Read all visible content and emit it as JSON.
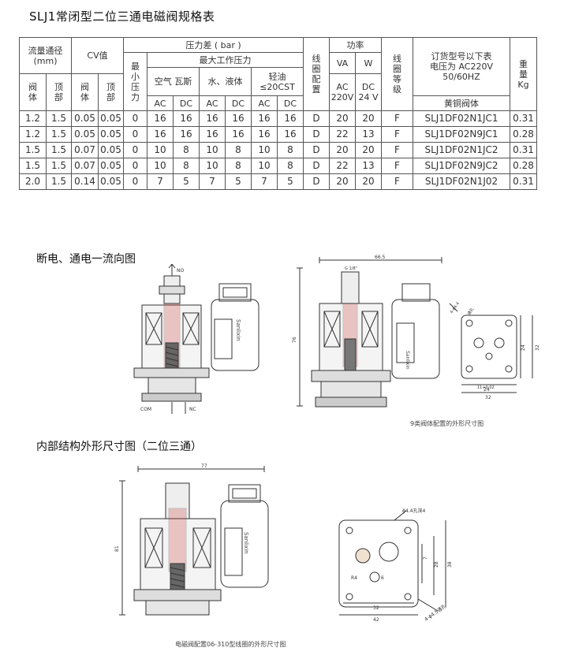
{
  "title": "SLJ1常闭型二位三通电磁阀规格表",
  "table": {
    "h_flow": "流量通径\n(mm)",
    "h_cv": "CV值",
    "h_minp": "最\n小\n压\n力",
    "h_pdiff": "压力差 ( bar )",
    "h_maxwp": "最大工作压力",
    "h_air": "空气 瓦斯",
    "h_water": "水、液体",
    "h_oil": "轻油\n≤20CST",
    "h_valve_body": "阀\n体",
    "h_valve_top": "顶\n部",
    "h_cv_body": "阀\n体",
    "h_cv_top": "顶\n部",
    "ac": "AC",
    "dc": "DC",
    "h_coil_config": "线\n圈\n配\n置",
    "h_power": "功率",
    "h_va": "VA",
    "h_w": "W",
    "h_ac220": "AC\n220V",
    "h_dc24": "DC\n24 V",
    "h_coil_grade": "线\n圈\n等\n级",
    "h_order": "订货型号以下表\n电压为  AC220V\n50/60HZ",
    "h_brass": "黄铜阀体",
    "h_weight": "重\n量\nKg",
    "rows": [
      [
        "1.2",
        "1.5",
        "0.05",
        "0.05",
        "0",
        "16",
        "16",
        "16",
        "16",
        "16",
        "16",
        "D",
        "20",
        "20",
        "F",
        "SLJ1DF02N1JC1",
        "0.31"
      ],
      [
        "1.2",
        "1.5",
        "0.05",
        "0.05",
        "0",
        "16",
        "16",
        "16",
        "16",
        "16",
        "16",
        "D",
        "22",
        "13",
        "F",
        "SLJ1DF02N9JC1",
        "0.28"
      ],
      [
        "1.5",
        "1.5",
        "0.07",
        "0.05",
        "0",
        "10",
        "8",
        "10",
        "8",
        "10",
        "8",
        "D",
        "20",
        "20",
        "F",
        "SLJ1DF02N1JC2",
        "0.31"
      ],
      [
        "1.5",
        "1.5",
        "0.07",
        "0.05",
        "0",
        "10",
        "8",
        "10",
        "8",
        "10",
        "8",
        "D",
        "22",
        "13",
        "F",
        "SLJ1DF02N9JC2",
        "0.28"
      ],
      [
        "2.0",
        "1.5",
        "0.14",
        "0.05",
        "0",
        "7",
        "5",
        "7",
        "5",
        "7",
        "5",
        "D",
        "20",
        "20",
        "F",
        "SLJ1DF02N1J02",
        "0.31"
      ]
    ]
  },
  "section1": "断电、通电一流向图",
  "section2": "内部结构外形尺寸图（二位三通）",
  "fig1": {
    "no": "NO",
    "com": "COM",
    "nc": "NC",
    "brand": "Sanlixin",
    "dim_width": "66.5",
    "dim_height": "76",
    "dim_port": "G 1/8\"",
    "hole_label": "4-ϕ4.4",
    "hole_label2": "通孔",
    "dim_24v": "24",
    "dim_32v": "32",
    "dim_24h": "24",
    "dim_32h": "32",
    "dim_center": "11+0.02",
    "caption": "9类阀体配置的外形尺寸图"
  },
  "fig2": {
    "dim_width": "77",
    "dim_height": "81",
    "brand": "Sanlixin",
    "hole_top": "ϕ4.4孔深4",
    "dim_7": "7",
    "dim_28": "28",
    "dim_38": "38",
    "dim_r4": "R4",
    "dim_6": "6",
    "dim_32": "32",
    "dim_42": "42",
    "hole_bottom": "4-ϕ4.5通孔",
    "caption": "电磁阀配置06-310型线圈的外形尺寸图"
  }
}
